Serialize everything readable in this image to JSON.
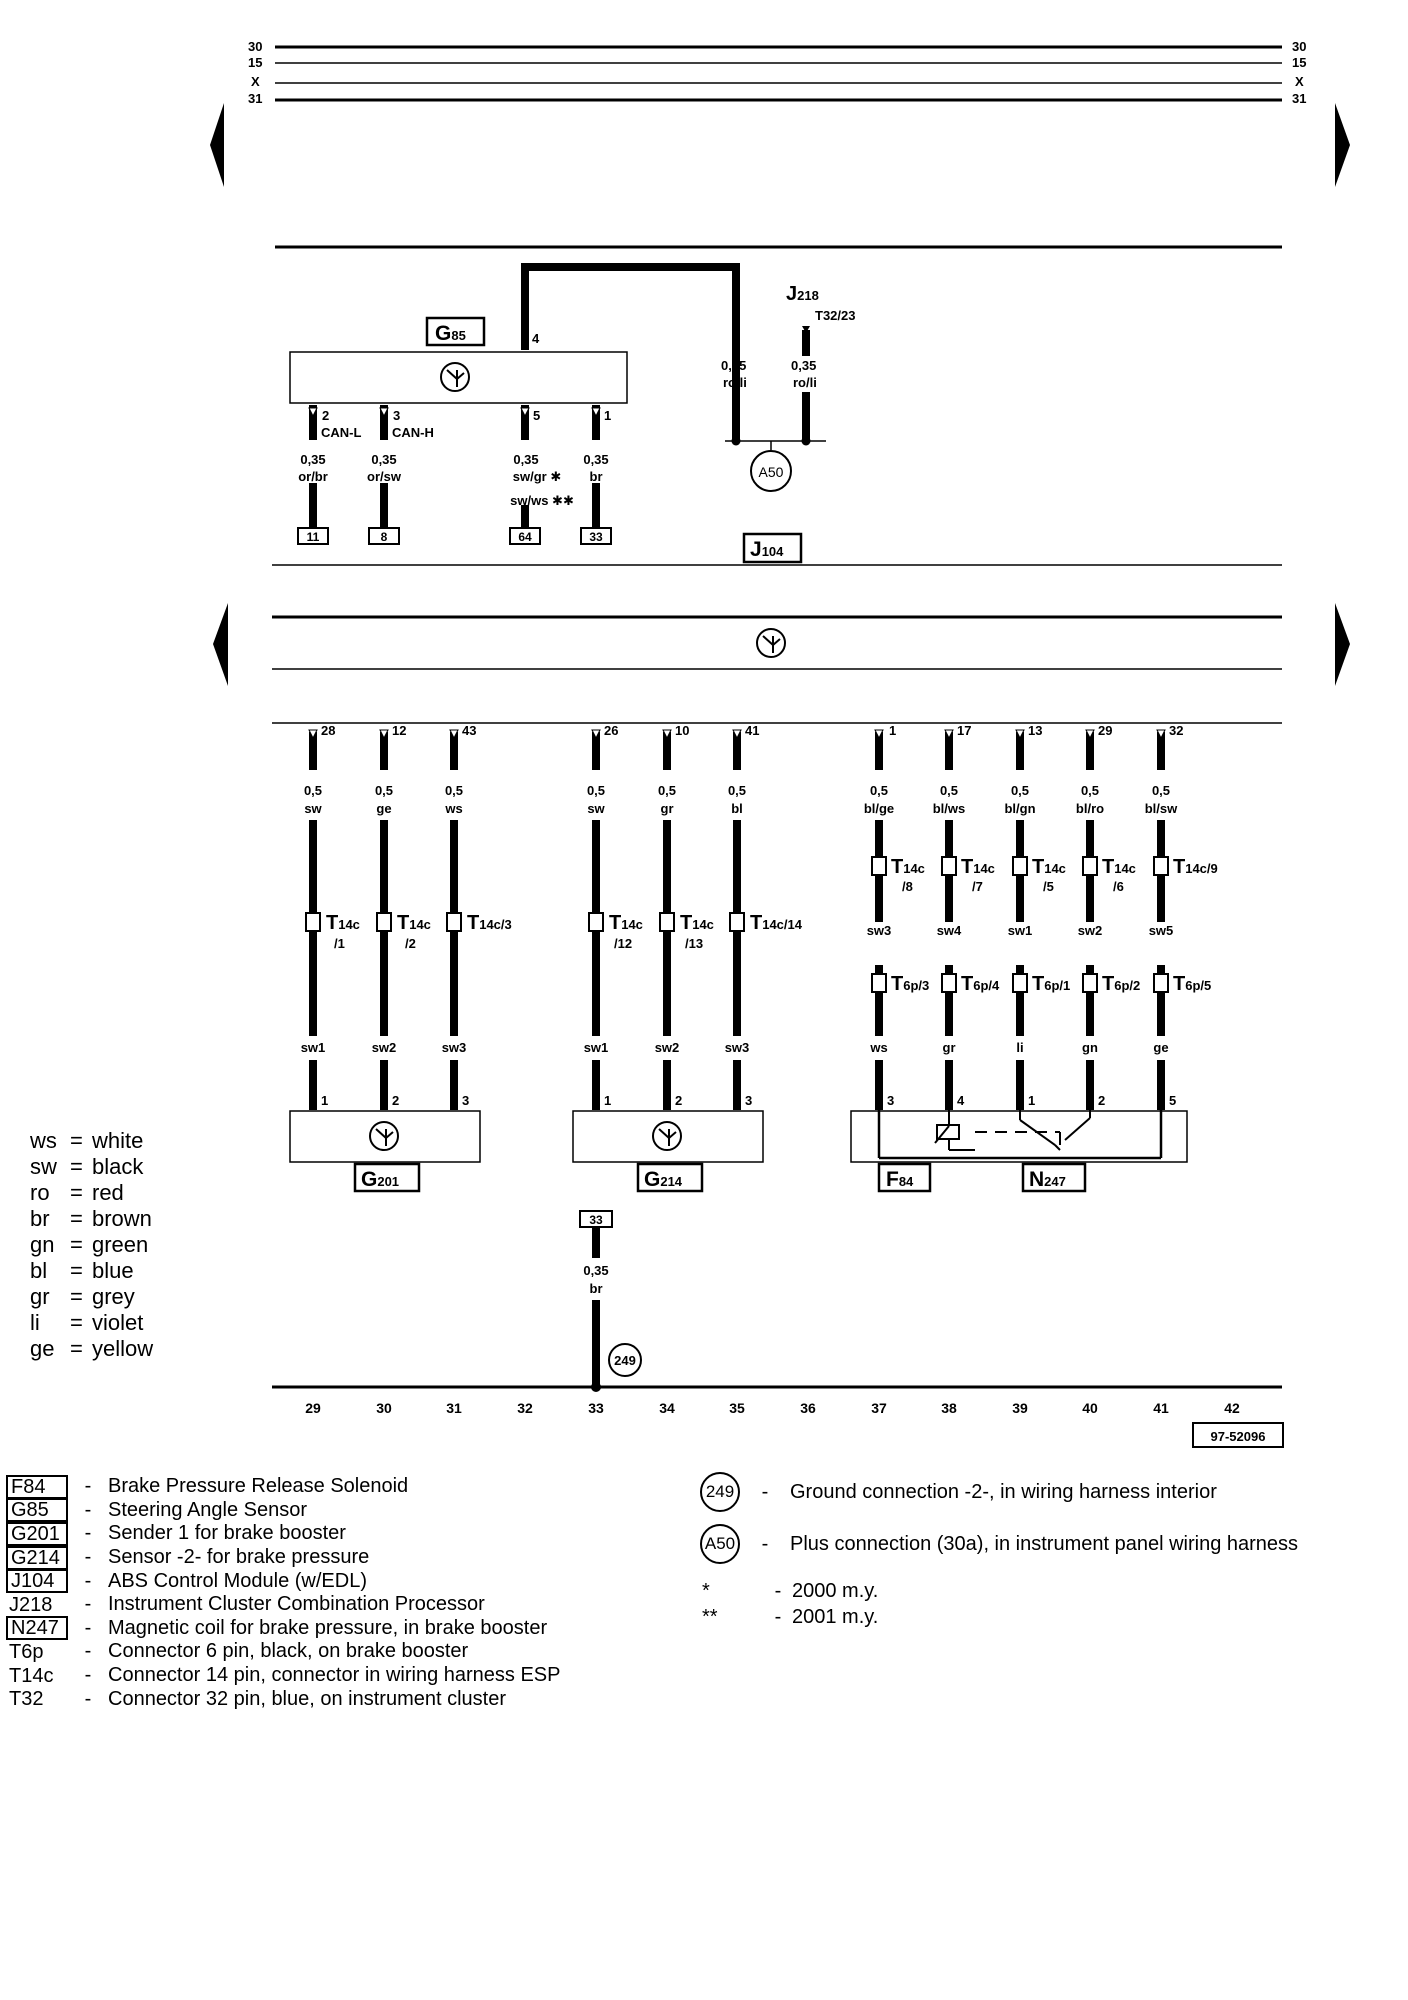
{
  "rails": [
    {
      "left": "30",
      "right": "30"
    },
    {
      "left": "15",
      "right": "15"
    },
    {
      "left": "X",
      "right": "X"
    },
    {
      "left": "31",
      "right": "31"
    }
  ],
  "components": {
    "g85": {
      "label_main": "G",
      "label_sub": "85"
    },
    "j104": {
      "label_main": "J",
      "label_sub": "104"
    },
    "j218": {
      "label_main": "J",
      "label_sub": "218",
      "pin": "T32/23"
    },
    "a50": "A50",
    "g201": {
      "label_main": "G",
      "label_sub": "201"
    },
    "g214": {
      "label_main": "G",
      "label_sub": "214"
    },
    "f84": {
      "label_main": "F",
      "label_sub": "84"
    },
    "n247": {
      "label_main": "N",
      "label_sub": "247"
    },
    "ground249": "249",
    "ground_pin": "33"
  },
  "g85_wires": [
    {
      "pin": "2",
      "signal": "CAN-L",
      "size": "0,35",
      "color": "or/br",
      "terminal": "11"
    },
    {
      "pin": "3",
      "signal": "CAN-H",
      "size": "0,35",
      "color": "or/sw",
      "terminal": "8"
    },
    {
      "pin": "5",
      "signal": "",
      "size": "0,35",
      "color": "sw/gr ✱",
      "color2": "sw/ws ✱✱",
      "terminal": "64"
    },
    {
      "pin": "1",
      "signal": "",
      "size": "0,35",
      "color": "br",
      "terminal": "33"
    }
  ],
  "g85_pin4": "4",
  "a50_wires": [
    {
      "size": "0,35",
      "color": "ro/li"
    },
    {
      "size": "0,35",
      "color": "ro/li"
    }
  ],
  "g201_wires": [
    {
      "pin": "28",
      "size": "0,5",
      "color": "sw",
      "conn_main": "T",
      "conn_sub": "14c",
      "conn_extra": "/1",
      "wire_id": "sw1",
      "dest_pin": "1"
    },
    {
      "pin": "12",
      "size": "0,5",
      "color": "ge",
      "conn_main": "T",
      "conn_sub": "14c",
      "conn_extra": "/2",
      "wire_id": "sw2",
      "dest_pin": "2"
    },
    {
      "pin": "43",
      "size": "0,5",
      "color": "ws",
      "conn_main": "T",
      "conn_sub": "14c/3",
      "conn_extra": "",
      "wire_id": "sw3",
      "dest_pin": "3"
    }
  ],
  "g214_wires": [
    {
      "pin": "26",
      "size": "0,5",
      "color": "sw",
      "conn_main": "T",
      "conn_sub": "14c",
      "conn_extra": "/12",
      "wire_id": "sw1",
      "dest_pin": "1"
    },
    {
      "pin": "10",
      "size": "0,5",
      "color": "gr",
      "conn_main": "T",
      "conn_sub": "14c",
      "conn_extra": "/13",
      "wire_id": "sw2",
      "dest_pin": "2"
    },
    {
      "pin": "41",
      "size": "0,5",
      "color": "bl",
      "conn_main": "T",
      "conn_sub": "14c/14",
      "conn_extra": "",
      "wire_id": "sw3",
      "dest_pin": "3"
    }
  ],
  "n247_wires": [
    {
      "pin": "1",
      "size": "0,5",
      "color": "bl/ge",
      "c14_sub": "14c",
      "c14_extra": "/8",
      "mid": "sw3",
      "c6_sub": "6p/3",
      "final": "ws",
      "dest_pin": "3"
    },
    {
      "pin": "17",
      "size": "0,5",
      "color": "bl/ws",
      "c14_sub": "14c",
      "c14_extra": "/7",
      "mid": "sw4",
      "c6_sub": "6p/4",
      "final": "gr",
      "dest_pin": "4"
    },
    {
      "pin": "13",
      "size": "0,5",
      "color": "bl/gn",
      "c14_sub": "14c",
      "c14_extra": "/5",
      "mid": "sw1",
      "c6_sub": "6p/1",
      "final": "li",
      "dest_pin": "1"
    },
    {
      "pin": "29",
      "size": "0,5",
      "color": "bl/ro",
      "c14_sub": "14c",
      "c14_extra": "/6",
      "mid": "sw2",
      "c6_sub": "6p/2",
      "final": "gn",
      "dest_pin": "2"
    },
    {
      "pin": "32",
      "size": "0,5",
      "color": "bl/sw",
      "c14_sub": "14c/9",
      "c14_extra": "",
      "mid": "sw5",
      "c6_sub": "6p/5",
      "final": "ge",
      "dest_pin": "5"
    }
  ],
  "ground_wire": {
    "size": "0,35",
    "color": "br"
  },
  "tracks": [
    "29",
    "30",
    "31",
    "32",
    "33",
    "34",
    "35",
    "36",
    "37",
    "38",
    "39",
    "40",
    "41",
    "42"
  ],
  "ref_number": "97-52096",
  "color_legend": [
    {
      "code": "ws",
      "name": "white"
    },
    {
      "code": "sw",
      "name": "black"
    },
    {
      "code": "ro",
      "name": "red"
    },
    {
      "code": "br",
      "name": "brown"
    },
    {
      "code": "gn",
      "name": "green"
    },
    {
      "code": "bl",
      "name": "blue"
    },
    {
      "code": "gr",
      "name": "grey"
    },
    {
      "code": "li",
      "name": "violet"
    },
    {
      "code": "ge",
      "name": "yellow"
    }
  ],
  "component_legend": [
    {
      "code": "F84",
      "desc": "Brake Pressure Release Solenoid",
      "boxed": true
    },
    {
      "code": "G85",
      "desc": "Steering Angle Sensor",
      "boxed": true
    },
    {
      "code": "G201",
      "desc": "Sender 1 for brake booster",
      "boxed": true
    },
    {
      "code": "G214",
      "desc": "Sensor -2- for brake pressure",
      "boxed": true
    },
    {
      "code": "J104",
      "desc": "ABS Control Module (w/EDL)",
      "boxed": true
    },
    {
      "code": "J218",
      "desc": "Instrument Cluster Combination Processor",
      "boxed": false
    },
    {
      "code": "N247",
      "desc": "Magnetic coil for brake pressure, in brake booster",
      "boxed": true
    },
    {
      "code": "T6p",
      "desc": "Connector 6 pin, black, on brake booster",
      "boxed": false
    },
    {
      "code": "T14c",
      "desc": "Connector 14 pin, connector in wiring harness ESP",
      "boxed": false
    },
    {
      "code": "T32",
      "desc": "Connector 32 pin, blue, on instrument cluster",
      "boxed": false
    }
  ],
  "dash": "-",
  "connection_legend": [
    {
      "symbol": "249",
      "desc": "Ground connection -2-, in wiring harness interior"
    },
    {
      "symbol": "A50",
      "desc": "Plus connection (30a), in instrument panel wiring harness"
    }
  ],
  "year_legend": [
    {
      "symbol": "*",
      "desc": "2000 m.y."
    },
    {
      "symbol": "**",
      "desc": "2001 m.y."
    }
  ]
}
